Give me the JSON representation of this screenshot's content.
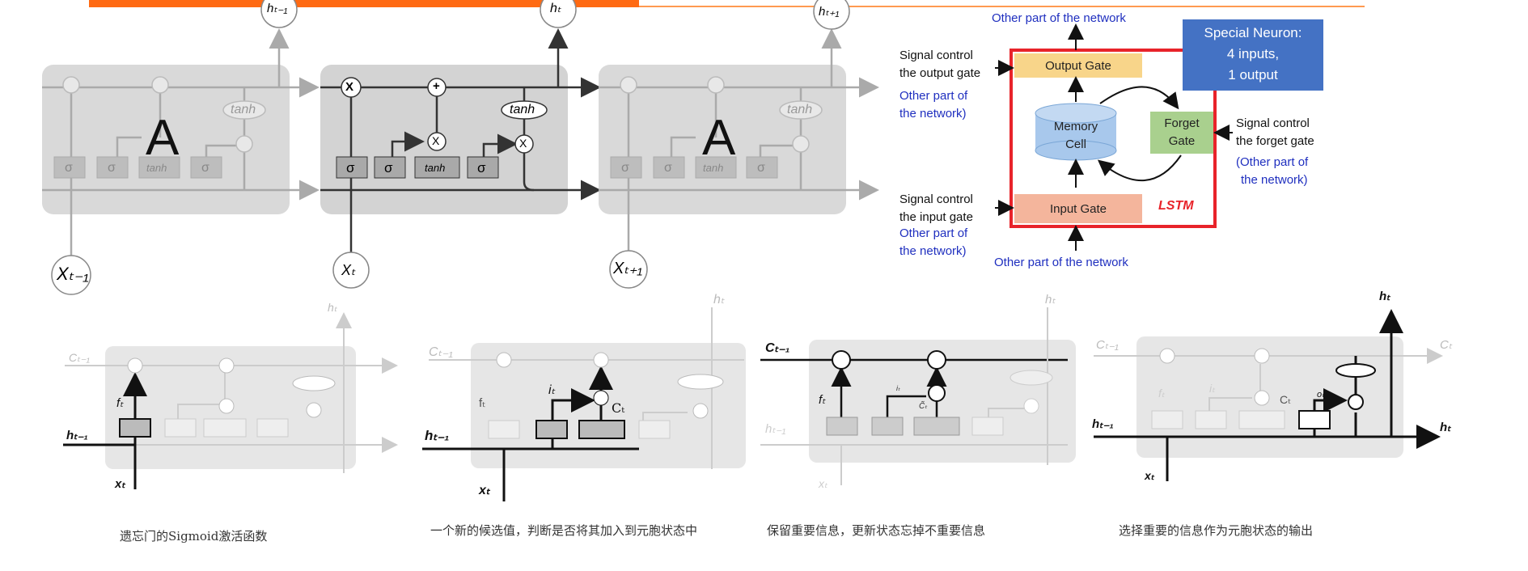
{
  "top_chain": {
    "left_cell_letter": "A",
    "right_cell_letter": "A",
    "hidden_labels": [
      "hₜ₋₁",
      "hₜ",
      "hₜ₊₁"
    ],
    "input_labels": [
      "Xₜ₋₁",
      "Xₜ",
      "Xₜ₊₁"
    ],
    "ops": {
      "multiply": "X",
      "add": "+",
      "tanh": "tanh",
      "sigma": "σ"
    }
  },
  "lstm_box": {
    "top_label": "Other part of the network",
    "bottom_label": "Other part of the network",
    "output_gate_signal": [
      "Signal control",
      "the output gate"
    ],
    "output_gate_other": [
      "Other part of",
      "the network)"
    ],
    "input_gate_signal": [
      "Signal control",
      "the input gate"
    ],
    "input_gate_other": [
      "Other part of",
      "the network)"
    ],
    "forget_gate_signal": [
      "Signal control",
      "the forget gate"
    ],
    "forget_gate_other": [
      "(Other part of",
      "the network)"
    ],
    "output_gate": "Output Gate",
    "input_gate": "Input Gate",
    "memory_cell": [
      "Memory",
      "Cell"
    ],
    "forget_gate": [
      "Forget",
      "Gate"
    ],
    "lstm_tag": "LSTM",
    "special_neuron": [
      "Special Neuron:",
      "4 inputs,",
      "1 output"
    ],
    "colors": {
      "border": "#e8232a",
      "output_gate": "#f8d58a",
      "input_gate": "#f4b59c",
      "memory_cell": "#a8c8ec",
      "forget_gate": "#a9d08e",
      "special_neuron": "#4472c4",
      "label_blue": "#1f2fbf",
      "header_bar": "#ff6a13"
    }
  },
  "steps": [
    {
      "caption": "遗忘门的Sigmoid激活函数"
    },
    {
      "caption": "一个新的候选值，判断是否将其加入到元胞状态中"
    },
    {
      "caption": "保留重要信息，更新状态忘掉不重要信息"
    },
    {
      "caption": "选择重要的信息作为元胞状态的输出"
    }
  ],
  "step_labels": {
    "c_prev": "Cₜ₋₁",
    "c_t": "Cₜ",
    "h_prev": "hₜ₋₁",
    "h_t": "hₜ",
    "x_t": "xₜ",
    "f_t": "fₜ",
    "i_t": "iₜ",
    "o_t": "oₜ",
    "c_tilde": "C̃ₜ",
    "ct_side": "Cₜ"
  }
}
